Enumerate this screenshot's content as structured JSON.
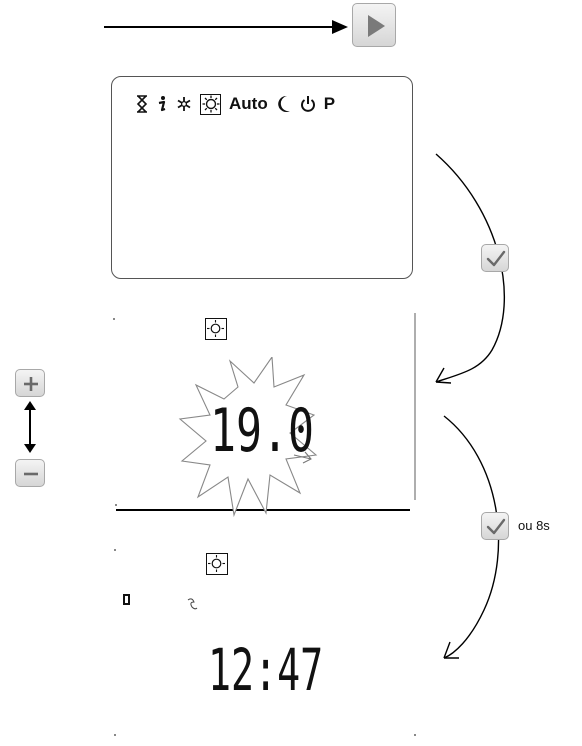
{
  "modes": {
    "auto_label": "Auto",
    "program_label": "P"
  },
  "display_temp": {
    "digits": "19.0"
  },
  "display_clock": {
    "digits": "12:47"
  },
  "timeout_note": "ou 8s",
  "colors": {
    "key_border": "#a8a8a8",
    "key_fill_top": "#f4f4f4",
    "key_fill_bottom": "#d6d6d6",
    "check": "#6a6a6a",
    "line": "#000000"
  },
  "icons": [
    "play-icon",
    "hourglass-icon",
    "info-icon",
    "snowflake-icon",
    "sun-icon",
    "moon-icon",
    "power-icon",
    "check-icon",
    "plus-icon",
    "minus-icon"
  ]
}
